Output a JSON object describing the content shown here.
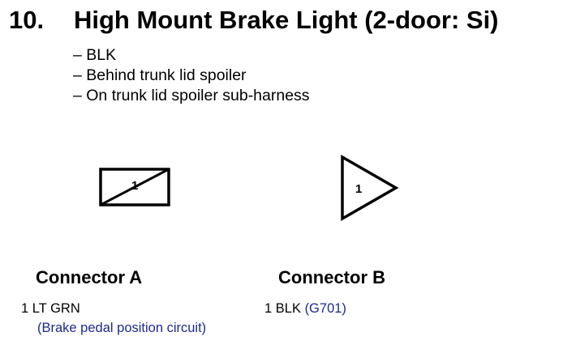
{
  "heading": {
    "number": "10.",
    "title": "High Mount Brake Light (2-door: Si)"
  },
  "details": [
    "– BLK",
    "– Behind trunk lid spoiler",
    "– On trunk lid spoiler sub-harness"
  ],
  "connector_a": {
    "symbol_pin": "1",
    "title": "Connector A",
    "pin_number": "1",
    "wire_color": "LT GRN",
    "description": "(Brake pedal position circuit)"
  },
  "connector_b": {
    "symbol_pin": "1",
    "title": "Connector B",
    "pin_number": "1",
    "wire_color": "BLK",
    "ground_ref": "(G701)"
  },
  "colors": {
    "text": "#000000",
    "link_blue": "#1d2a8f"
  }
}
